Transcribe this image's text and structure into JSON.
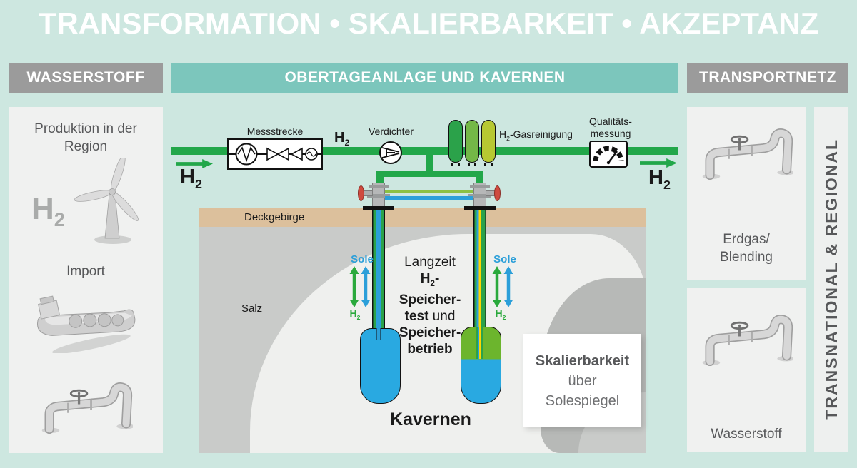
{
  "title": "TRANSFORMATION • SKALIERBARKEIT • AKZEPTANZ",
  "section_headers": {
    "left": "WASSERSTOFF",
    "center": "OBERTAGEANLAGE UND KAVERNEN",
    "right": "TRANSPORTNETZ"
  },
  "left_panel": {
    "production": "Produktion in der Region",
    "h2": {
      "base": "H",
      "sub": "2"
    },
    "import": "Import"
  },
  "pipeline": {
    "h2_in": {
      "base": "H",
      "sub": "2"
    },
    "messstrecke": "Messstrecke",
    "h2_mid": {
      "base": "H",
      "sub": "2"
    },
    "verdichter": "Verdichter",
    "gasreinigung": {
      "base": "H",
      "sub": "2",
      "rest": "-Gasreinigung"
    },
    "qualitaet_line1": "Qualitäts-",
    "qualitaet_line2": "messung",
    "h2_out": {
      "base": "H",
      "sub": "2"
    }
  },
  "underground": {
    "deckgebirge": "Deckgebirge",
    "salz": "Salz",
    "kavernen": "Kavernen",
    "left_well": {
      "sole": "Sole",
      "h2": {
        "base": "H",
        "sub": "2"
      }
    },
    "right_well": {
      "sole": "Sole",
      "h2": {
        "base": "H",
        "sub": "2"
      }
    },
    "storage_text": {
      "line1": "Langzeit",
      "line2_base": "H",
      "line2_sub": "2",
      "line2_dash": "-",
      "line3": "Speicher-",
      "line4_bold": "test",
      "line4_rest": " und",
      "line5": "Speicher-",
      "line6": "betrieb"
    },
    "scalability_box": {
      "line1": "Skalierbarkeit",
      "line2": "über",
      "line3": "Solespiegel"
    }
  },
  "right_panel": {
    "erdgas_line1": "Erdgas/",
    "erdgas_line2": "Blending",
    "wasserstoff": "Wasserstoff",
    "strip": "TRANSNATIONAL & REGIONAL"
  },
  "icons": {
    "wind_turbine": "wind-turbine",
    "ship": "import-ship",
    "pipeline_valve": "pipe-with-valve-wheel",
    "heat_exchanger": "circle-zigzag",
    "valve": "bowtie-triangles",
    "compressor": "circle-with-tangent-lines",
    "gauge": "speedometer-arc-needle",
    "flow_arrow": "green-right-arrow",
    "sole_h2_arrows": "vertical-double-arrows"
  },
  "colors": {
    "background_mint": "#cde7e0",
    "header_teal": "#7cc6bc",
    "header_gray": "#9b9b9b",
    "panel_gray": "#f0f1f0",
    "panel_text": "#57585a",
    "pipe_green": "#22a74a",
    "cylinder_greens": [
      "#2ba24a",
      "#74b847",
      "#b7c832"
    ],
    "deckgebirge_tan": "#dcc09c",
    "rock_gray": "#c9cbc9",
    "salt_white": "#eff0ee",
    "curl_gray": "#b7b9b7",
    "cavern_blue": "#29a9e1",
    "cavern_green": "#6cb52d",
    "sole_blue": "#2b9fd9",
    "brine_yellow": "#ffd500",
    "valve_red": "#cf4a3f",
    "text_black": "#1b1b1b"
  }
}
